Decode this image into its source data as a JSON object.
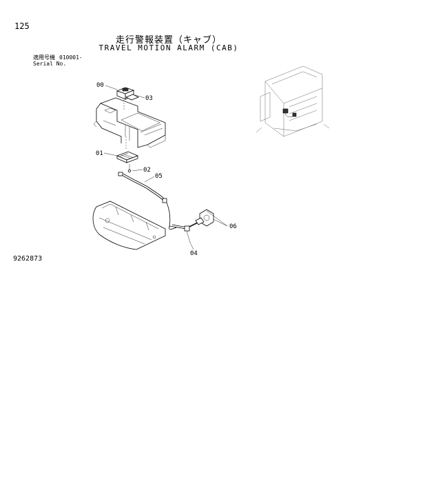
{
  "page": {
    "number": "125",
    "title_jp": "走行警報装置（キャブ）",
    "title_en": "TRAVEL MOTION ALARM (CAB)",
    "serial_label_jp": "適用号機",
    "serial_value": "010001-",
    "serial_label_en": "Serial No.",
    "drawing_number": "9262873"
  },
  "callouts": [
    "00",
    "03",
    "01",
    "02",
    "05",
    "06",
    "04"
  ]
}
